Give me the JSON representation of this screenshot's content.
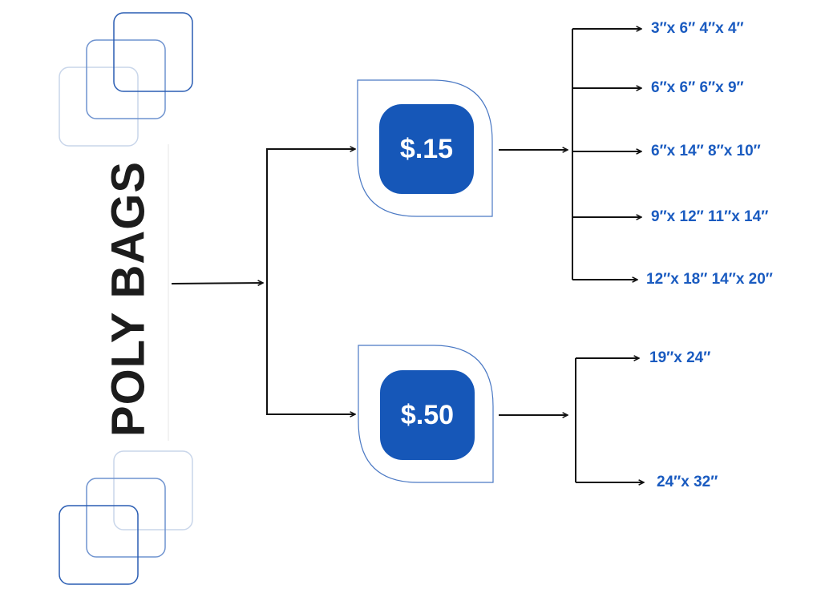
{
  "title": "POLY BAGS",
  "colors": {
    "accent": "#1657b8",
    "line": "#111111",
    "label": "#1a5bc0",
    "frame": "#4b79c4"
  },
  "prices": [
    {
      "label": "$.15"
    },
    {
      "label": "$.50"
    }
  ],
  "sizes_15": [
    "3″x 6″ 4″x 4″",
    "6″x 6″ 6″x 9″",
    "6″x 14″ 8″x 10″",
    "9″x 12″ 11″x 14″",
    "12″x 18″ 14″x 20″"
  ],
  "sizes_50": [
    "19″x 24″",
    "24″x 32″"
  ]
}
